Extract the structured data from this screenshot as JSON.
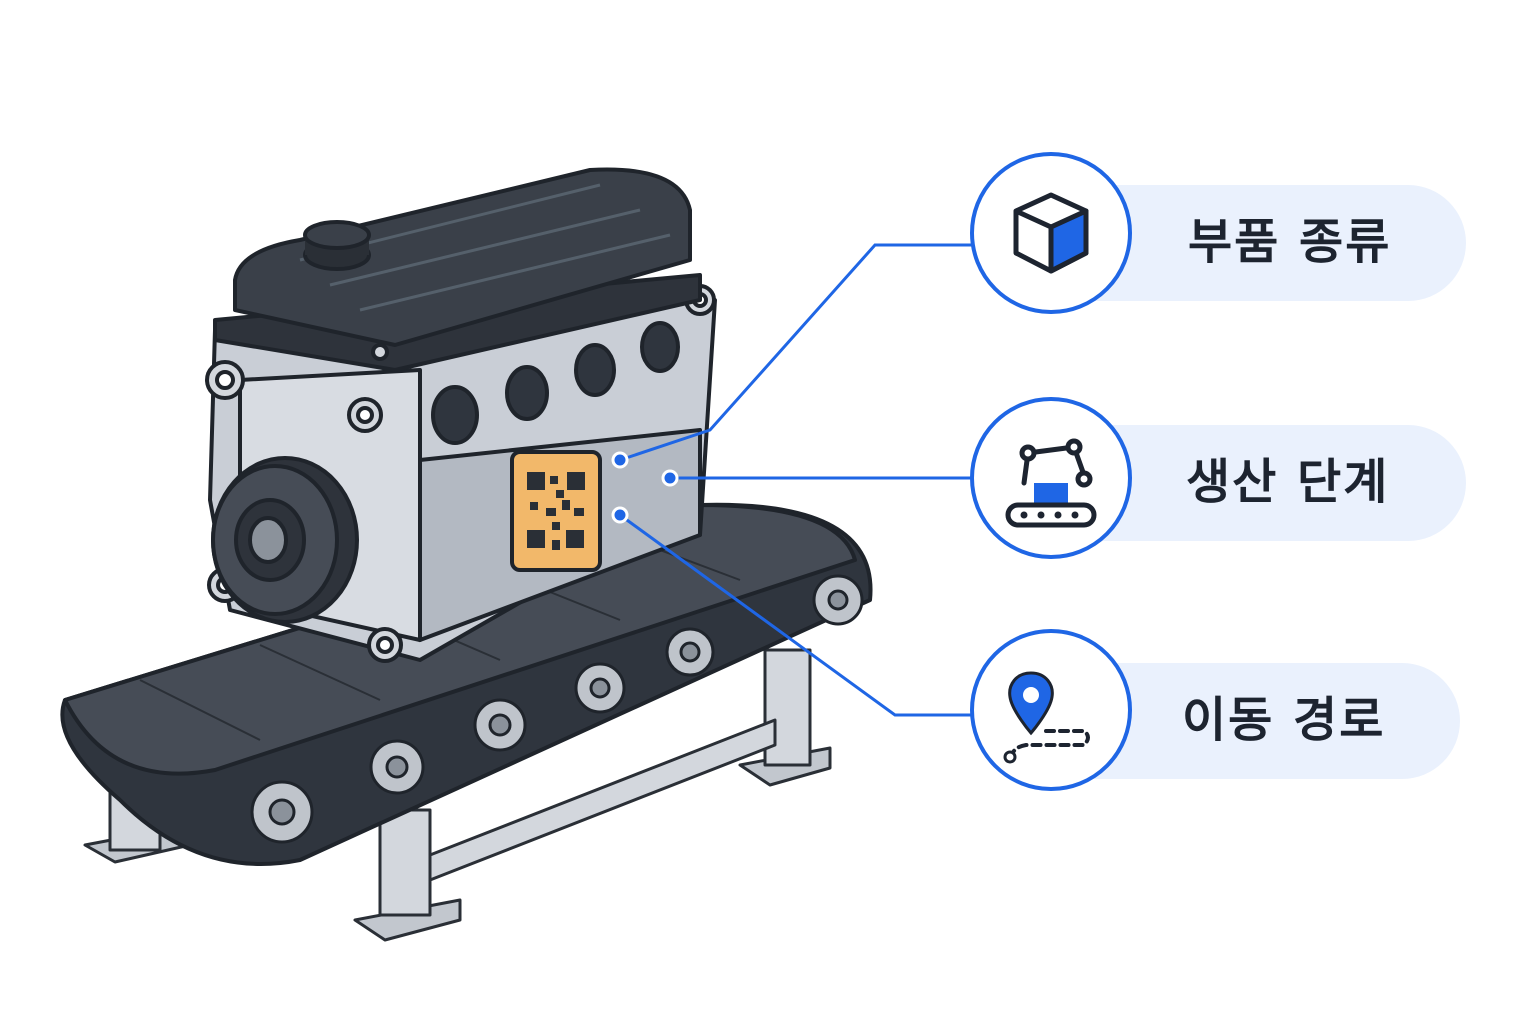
{
  "callouts": [
    {
      "label": "부품 종류",
      "icon": "cube-icon"
    },
    {
      "label": "생산 단계",
      "icon": "robot-arm-conveyor-icon"
    },
    {
      "label": "이동 경로",
      "icon": "location-route-icon"
    }
  ],
  "colors": {
    "accent": "#1f66e5",
    "pill": "#eaf1fd",
    "engine_cover": "#3a4049",
    "engine_block": "#c9ced6",
    "qr_tag": "#f2b86a",
    "belt": "#3b414a",
    "frame": "#c2c7ce"
  }
}
